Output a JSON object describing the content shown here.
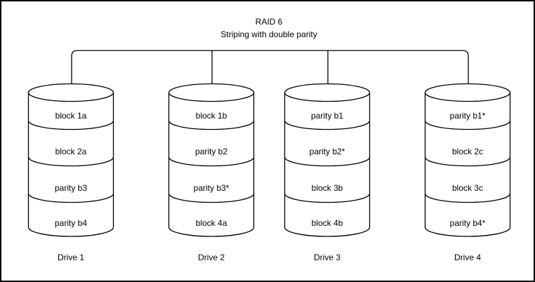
{
  "title": "RAID 6",
  "subtitle": "Striping with double parity",
  "drives": [
    {
      "name": "Drive 1",
      "blocks": [
        "block 1a",
        "block 2a",
        "parity b3",
        "parity b4"
      ]
    },
    {
      "name": "Drive 2",
      "blocks": [
        "block 1b",
        "parity b2",
        "parity b3*",
        "block 4a"
      ]
    },
    {
      "name": "Drive 3",
      "blocks": [
        "parity b1",
        "parity b2*",
        "block 3b",
        "block 4b"
      ]
    },
    {
      "name": "Drive 4",
      "blocks": [
        "parity b1*",
        "block 2c",
        "block 3c",
        "parity b4*"
      ]
    }
  ],
  "colors": {
    "stroke": "#000000",
    "background": "#ffffff",
    "text": "#000000"
  }
}
